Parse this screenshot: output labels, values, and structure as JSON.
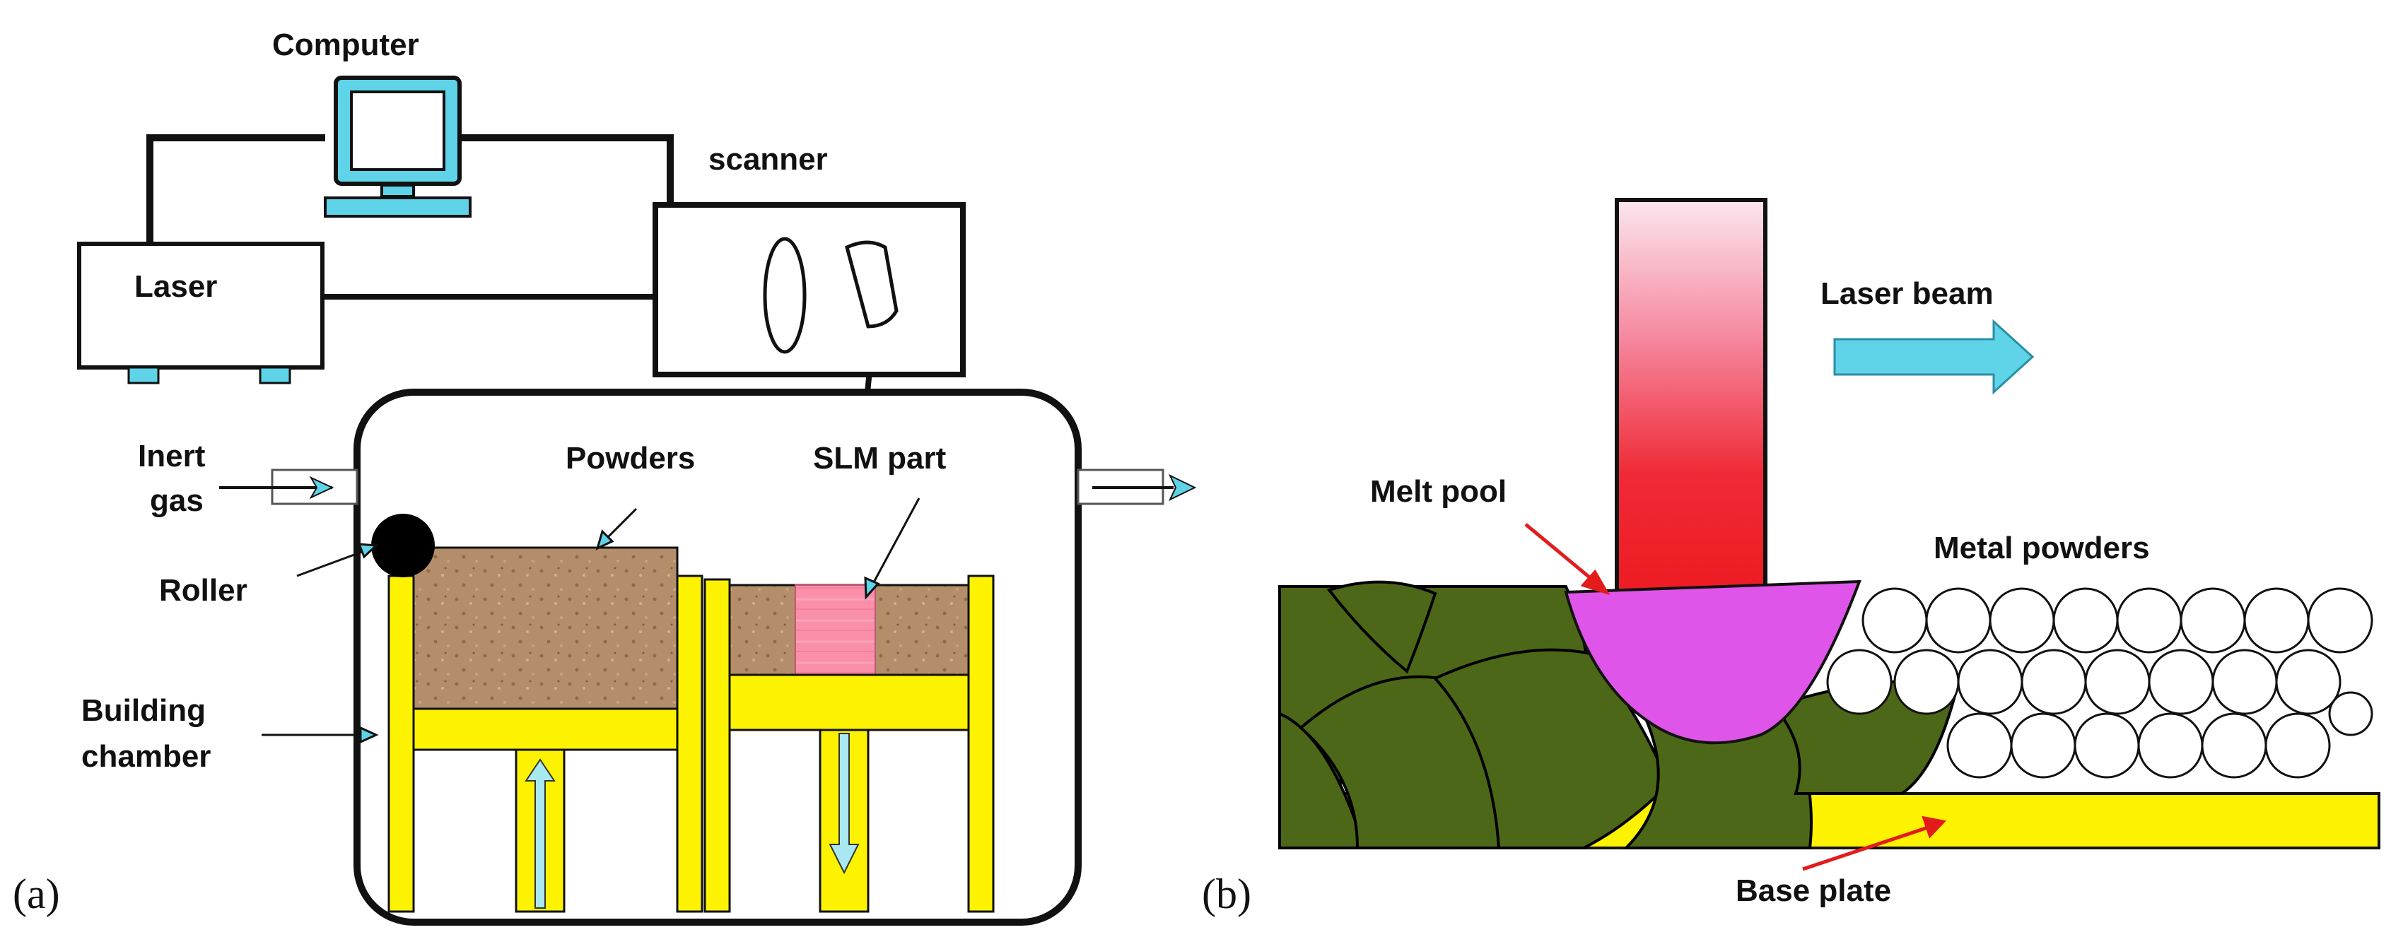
{
  "panel_a": {
    "panel_label": "(a)",
    "labels": {
      "computer": "Computer",
      "scanner": "scanner",
      "laser": "Laser",
      "inert_gas_line1": "Inert",
      "inert_gas_line2": "gas",
      "roller": "Roller",
      "powders": "Powders",
      "slm_part": "SLM part",
      "building_chamber_line1": "Building",
      "building_chamber_line2": "chamber"
    }
  },
  "panel_b": {
    "panel_label": "(b)",
    "labels": {
      "laser_beam": "Laser beam",
      "melt_pool": "Melt pool",
      "metal_powders": "Metal powders",
      "base_plate": "Base plate"
    }
  },
  "colors": {
    "platform_yellow": "#fdf200",
    "powder_bed": "#b48e6a",
    "slm_part": "#f98fa9",
    "accent_cyan": "#5fd3e8",
    "melt_pool": "#e055e9",
    "solidified_track": "#4d6718",
    "laser_red": "#ee1b22"
  },
  "icons": [
    "computer-icon",
    "laser-device",
    "scanner-lens",
    "scanner-mirror",
    "roller",
    "gas-inlet",
    "gas-outlet",
    "laser-beam-arrow"
  ]
}
